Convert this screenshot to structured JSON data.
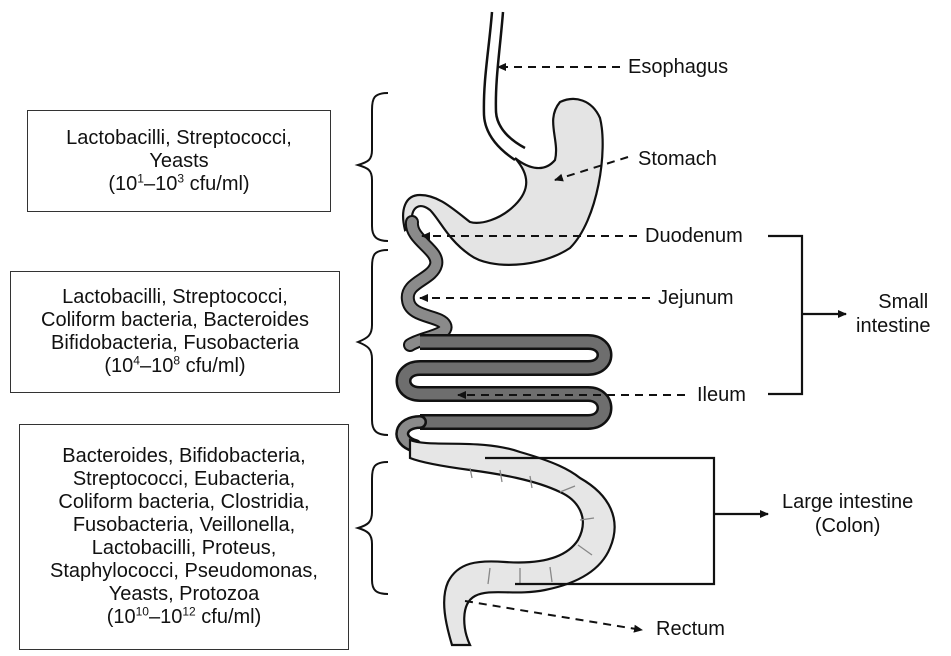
{
  "labels": {
    "esophagus": "Esophagus",
    "stomach": "Stomach",
    "duodenum": "Duodenum",
    "jejunum": "Jejunum",
    "ileum": "Ileum",
    "small_intestine": [
      "Small",
      "intestine"
    ],
    "large_intestine": [
      "Large intestine",
      "(Colon)"
    ],
    "rectum": "Rectum"
  },
  "boxes": [
    {
      "lines": [
        "Lactobacilli, Streptococci,",
        "Yeasts"
      ],
      "count": {
        "open": "(10",
        "e1": "1",
        "mid": "–10",
        "e2": "3",
        "close": " cfu/ml)"
      }
    },
    {
      "lines": [
        "Lactobacilli, Streptococci,",
        "Coliform bacteria, Bacteroides",
        "Bifidobacteria, Fusobacteria"
      ],
      "count": {
        "open": "(10",
        "e1": "4",
        "mid": "–10",
        "e2": "8",
        "close": " cfu/ml)"
      }
    },
    {
      "lines": [
        "Bacteroides, Bifidobacteria,",
        "Streptococci, Eubacteria,",
        "Coliform bacteria, Clostridia,",
        "Fusobacteria, Veillonella,",
        "Lactobacilli, Proteus,",
        "Staphylococci, Pseudomonas,",
        "Yeasts, Protozoa"
      ],
      "count": {
        "open": "(10",
        "e1": "10",
        "mid": "–10",
        "e2": "12",
        "close": " cfu/ml)"
      }
    }
  ]
}
